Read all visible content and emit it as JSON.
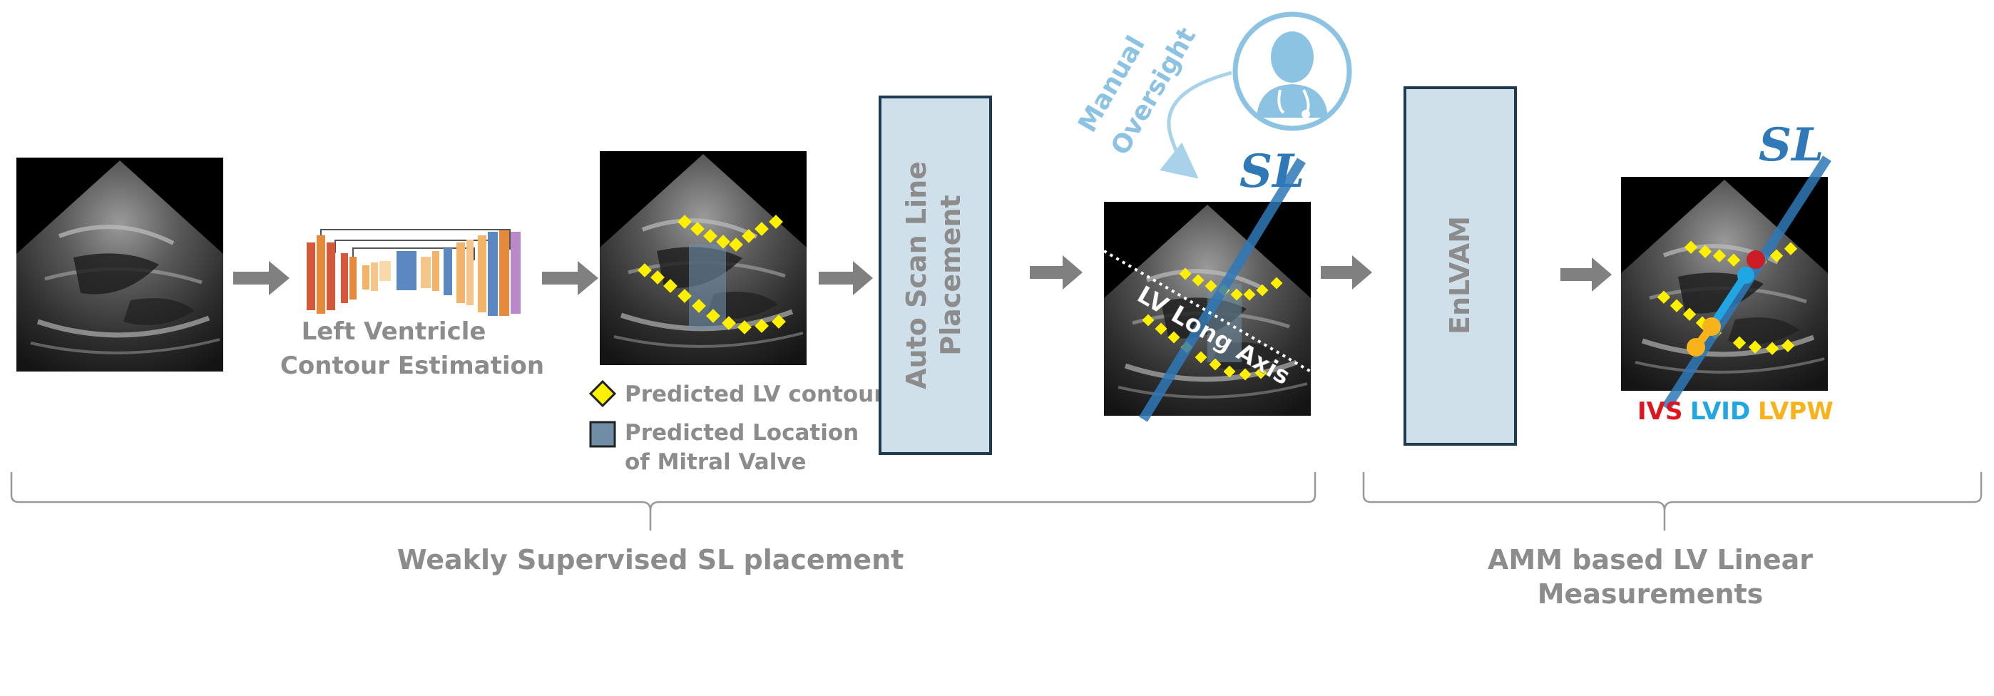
{
  "colors": {
    "gray_text": "#8c8c8c",
    "arrow": "#808080",
    "box_fill": "#cfe0eb",
    "box_border": "#1f3b52",
    "scan_line": "#2f79b8",
    "doctor": "#8cc3e2",
    "contour": "#ffef00",
    "mitral": "#6f8ea6",
    "ivs": "#e0141e",
    "lvid": "#21a6e4",
    "lvpw": "#f7b21c"
  },
  "steps": {
    "unet_caption": [
      "Left Ventricle",
      "Contour Estimation"
    ],
    "legend_contour": "Predicted LV contour",
    "legend_mitral": [
      "Predicted Location",
      "of  Mitral Valve"
    ],
    "auto_scan": [
      "Auto Scan Line",
      "Placement"
    ],
    "oversight": [
      "Manual",
      "Oversight"
    ],
    "sl_label": "SL",
    "long_axis": "LV Long Axis",
    "enlvam": "EnLVAM",
    "sl_label2": "SL",
    "meas_ivs": "IVS",
    "meas_lvid": "LVID",
    "meas_lvpw": "LVPW"
  },
  "groups": {
    "weak": "Weakly Supervised SL placement",
    "amm": [
      "AMM based LV Linear",
      "Measurements"
    ]
  },
  "icons": [
    "ultrasound-image",
    "unet-network-icon",
    "doctor-icon",
    "arrow-right-icon",
    "curved-arrow-icon"
  ]
}
